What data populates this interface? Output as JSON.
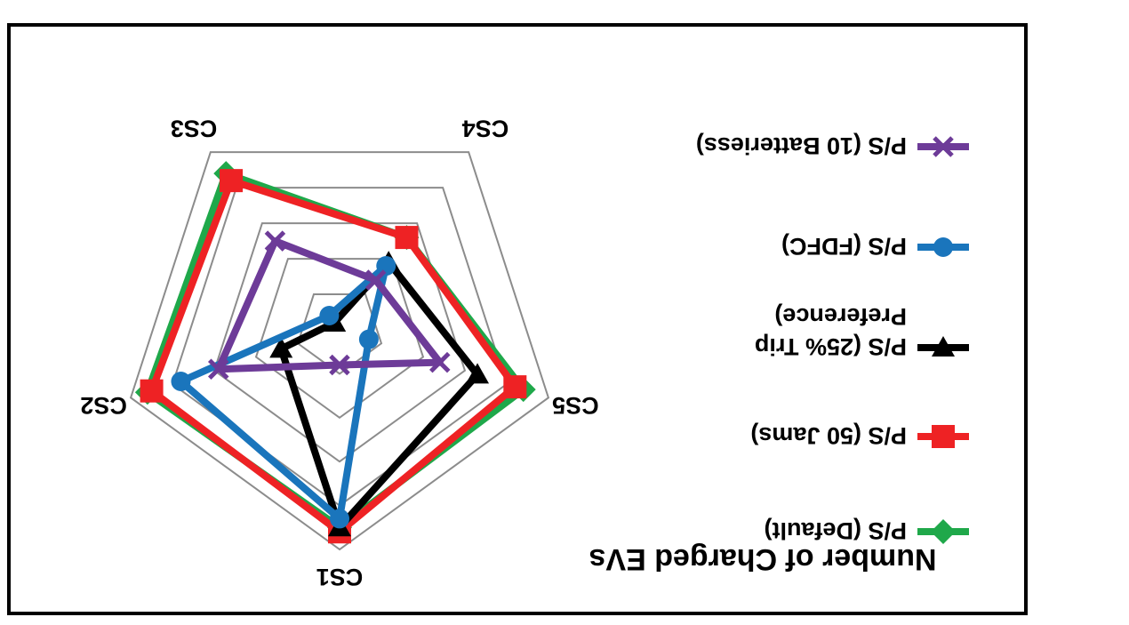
{
  "chart_data": {
    "type": "radar",
    "title": "Number of Charged EVs",
    "categories": [
      "CS1",
      "CS2",
      "CS3",
      "CS4",
      "CS5"
    ],
    "rmax": 5,
    "grid_levels": 5,
    "series": [
      {
        "name": "P/S (Default)",
        "color": "#1fa84a",
        "marker": "diamond",
        "values": [
          4.5,
          4.6,
          4.4,
          2.6,
          4.4
        ]
      },
      {
        "name": "P/S (50 Jams)",
        "color": "#ee2224",
        "marker": "square",
        "values": [
          4.6,
          4.5,
          4.2,
          2.6,
          4.2
        ]
      },
      {
        "name": "P/S (25% Trip Preference)",
        "color": "#000000",
        "marker": "triangle-down",
        "values": [
          4.5,
          1.4,
          0.2,
          1.9,
          3.3
        ]
      },
      {
        "name": "P/S (FDFC)",
        "color": "#1a75bc",
        "marker": "circle",
        "values": [
          4.3,
          3.8,
          0.4,
          1.8,
          0.7
        ]
      },
      {
        "name": "P/S (10 Batteriess)",
        "color": "#6d3b98",
        "marker": "x",
        "values": [
          0.8,
          2.9,
          2.5,
          1.4,
          2.4
        ]
      }
    ],
    "legend_position": "right",
    "grid": true
  }
}
